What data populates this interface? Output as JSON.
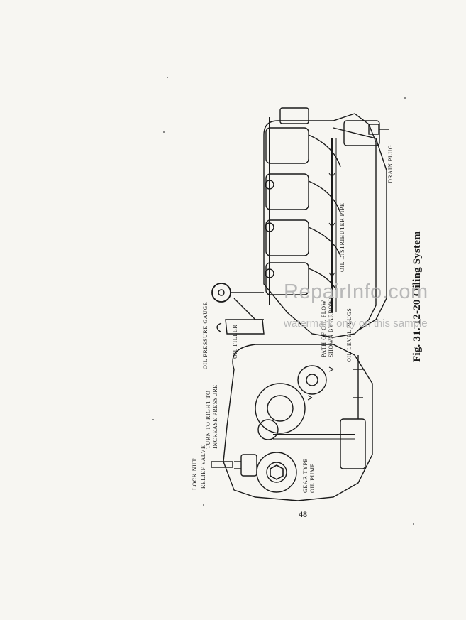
{
  "page": {
    "number": "48"
  },
  "figure": {
    "caption": "Fig. 31. 12-20 Oiling System",
    "labels": {
      "lock_nut": "LOCK NUT",
      "relief_valve": "RELIEF VALVE",
      "turn_to_right": "TURN TO RIGHT TO",
      "increase_pressure": "INCREASE PRESSURE",
      "oil_pressure_gauge": "OIL PRESSURE GAUGE",
      "oil_filler": "OIL FILLER",
      "path_of_oil_flow": "PATH OF OIL FLOW",
      "shown_by_arrows": "SHOWN BY ARROWS",
      "oil_level_plugs": "OIL LEVEL PLUGS",
      "gear_type": "GEAR TYPE",
      "oil_pump": "OIL PUMP",
      "oil_distributer_pipe": "OIL DISTRIBUTER PIPE",
      "drain_plug": "DRAIN PLUG"
    }
  },
  "watermark": {
    "brand": "RepairInfo.com",
    "note": "watermark only on this sample"
  },
  "colors": {
    "ink": "#1a1a1a",
    "paper": "#f7f6f2",
    "watermark": "#b8b8b8"
  }
}
